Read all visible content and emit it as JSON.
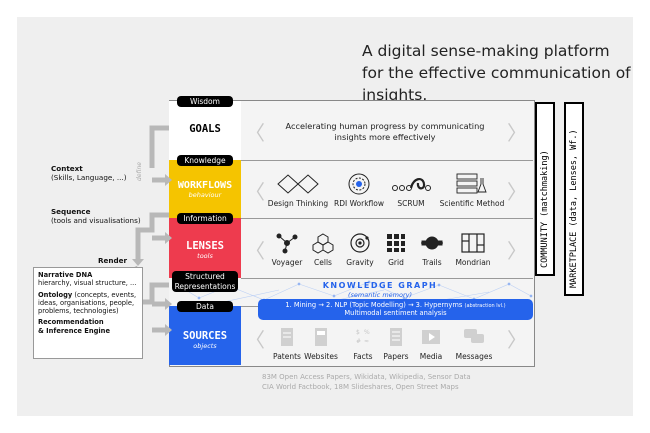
{
  "headline": "A digital sense-making platform for the effective communication of insights.",
  "rows": {
    "goals": {
      "title": "GOALS",
      "text": "Accelerating human progress by communicating insights more effectively",
      "color": "#ffffff"
    },
    "workflows": {
      "title": "WORKFLOWS",
      "subtitle": "behaviour",
      "color": "#f5c400",
      "items": [
        {
          "label": "Design Thinking",
          "icon": "design-thinking-icon"
        },
        {
          "label": "RDI Workflow",
          "icon": "rdi-workflow-icon"
        },
        {
          "label": "SCRUM",
          "icon": "scrum-icon"
        },
        {
          "label": "Scientific Method",
          "icon": "scientific-method-icon"
        }
      ]
    },
    "lenses": {
      "title": "LENSES",
      "subtitle": "tools",
      "color": "#ee3b4e",
      "items": [
        {
          "label": "Voyager",
          "icon": "voyager-icon"
        },
        {
          "label": "Cells",
          "icon": "cells-icon"
        },
        {
          "label": "Gravity",
          "icon": "gravity-icon"
        },
        {
          "label": "Grid",
          "icon": "grid-icon"
        },
        {
          "label": "Trails",
          "icon": "trails-icon"
        },
        {
          "label": "Mondrian",
          "icon": "mondrian-icon"
        }
      ]
    },
    "knowledge_graph": {
      "title": "KNOWLEDGE GRAPH",
      "subtitle": "(semantic memory)"
    },
    "data": {
      "pipeline_line1": "1. Mining  →  2. NLP (Topic Modelling)  →  3. Hypernyms",
      "pipeline_note": "(abstraction lvl.)",
      "pipeline_line2": "Multimodal sentiment analysis"
    },
    "sources": {
      "title": "SOURCES",
      "subtitle": "objects",
      "color": "#2563eb",
      "items": [
        {
          "label": "Patents",
          "icon": "patents-icon"
        },
        {
          "label": "Websites",
          "icon": "websites-icon"
        },
        {
          "label": "Facts",
          "icon": "facts-icon"
        },
        {
          "label": "Papers",
          "icon": "papers-icon"
        },
        {
          "label": "Media",
          "icon": "media-icon"
        },
        {
          "label": "Messages",
          "icon": "messages-icon"
        }
      ]
    }
  },
  "pills": {
    "wisdom": "Wisdom",
    "knowledge": "Knowledge",
    "information": "Information",
    "structured_1": "Structured",
    "structured_2": "Representations",
    "data": "Data"
  },
  "left": {
    "context_title": "Context",
    "context_sub": "(Skills, Language, ...)",
    "define": "define",
    "sequence_title": "Sequence",
    "sequence_sub": "(tools and visualisations)",
    "render": "Render"
  },
  "box": {
    "narrative_title": "Narrative DNA",
    "narrative_sub": "hierarchy, visual structure, ...",
    "ontology_title": "Ontology",
    "ontology_rest1": " (concepts, events,",
    "ontology_rest2": "ideas, organisations, people,",
    "ontology_rest3": "problems, technologies)",
    "recommendation_1": "Recommendation",
    "recommendation_2": "& Inference Engine"
  },
  "right": {
    "community": "COMMUNITY (matchmaking)",
    "marketplace": "MARKETPLACE (data, Lenses, Wf.)"
  },
  "footer": {
    "line1": "83M Open Access Papers, Wikidata, Wikipedia, Sensor Data",
    "line2": "CIA World Factbook, 18M Slideshares, Open Street Maps"
  }
}
